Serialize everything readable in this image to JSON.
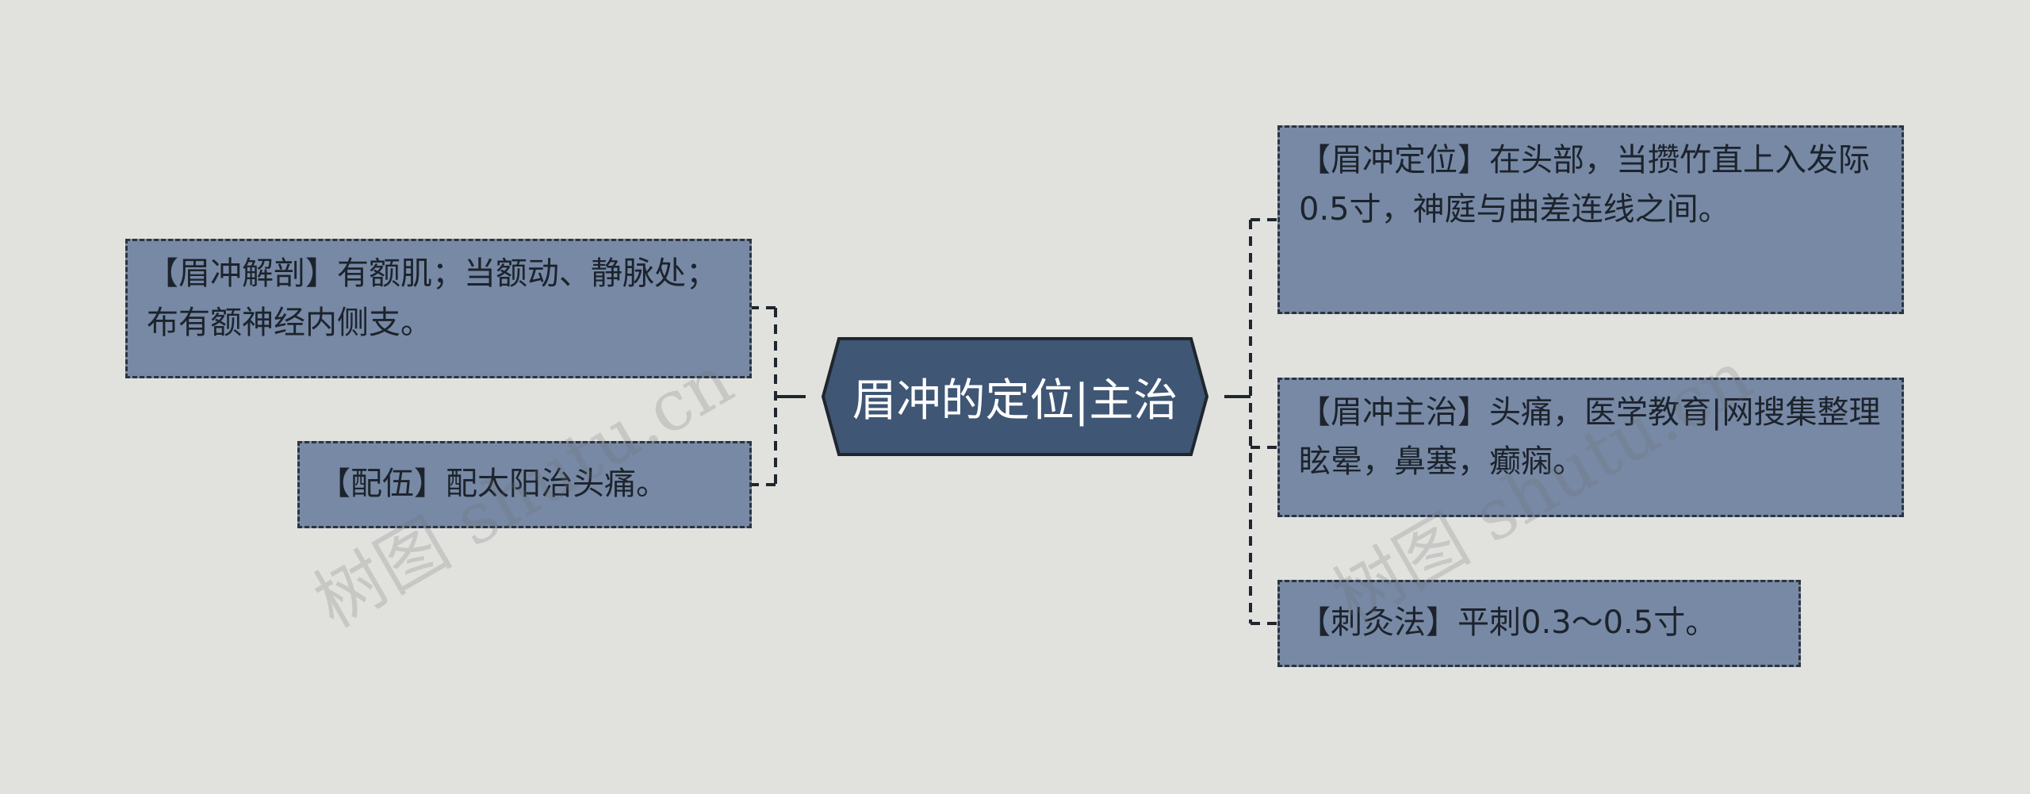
{
  "central": {
    "title": "眉冲的定位|主治"
  },
  "left_nodes": [
    {
      "text": "【眉冲解剖】有额肌；当额动、静脉处；布有额神经内侧支。"
    },
    {
      "text": "【配伍】配太阳治头痛。"
    }
  ],
  "right_nodes": [
    {
      "text": "【眉冲定位】在头部，当攒竹直上入发际0.5寸，神庭与曲差连线之间。"
    },
    {
      "text": "【眉冲主治】头痛，医学教育|网搜集整理眩晕，鼻塞，癫痫。"
    },
    {
      "text": "【刺灸法】平刺0.3～0.5寸。"
    }
  ],
  "watermark": {
    "text": "树图 shutu.cn"
  },
  "colors": {
    "background": "#e1e2de",
    "central_fill": "#3f5675",
    "node_fill": "#7789a5",
    "border": "#1f262e",
    "connector": "#1f262e"
  }
}
